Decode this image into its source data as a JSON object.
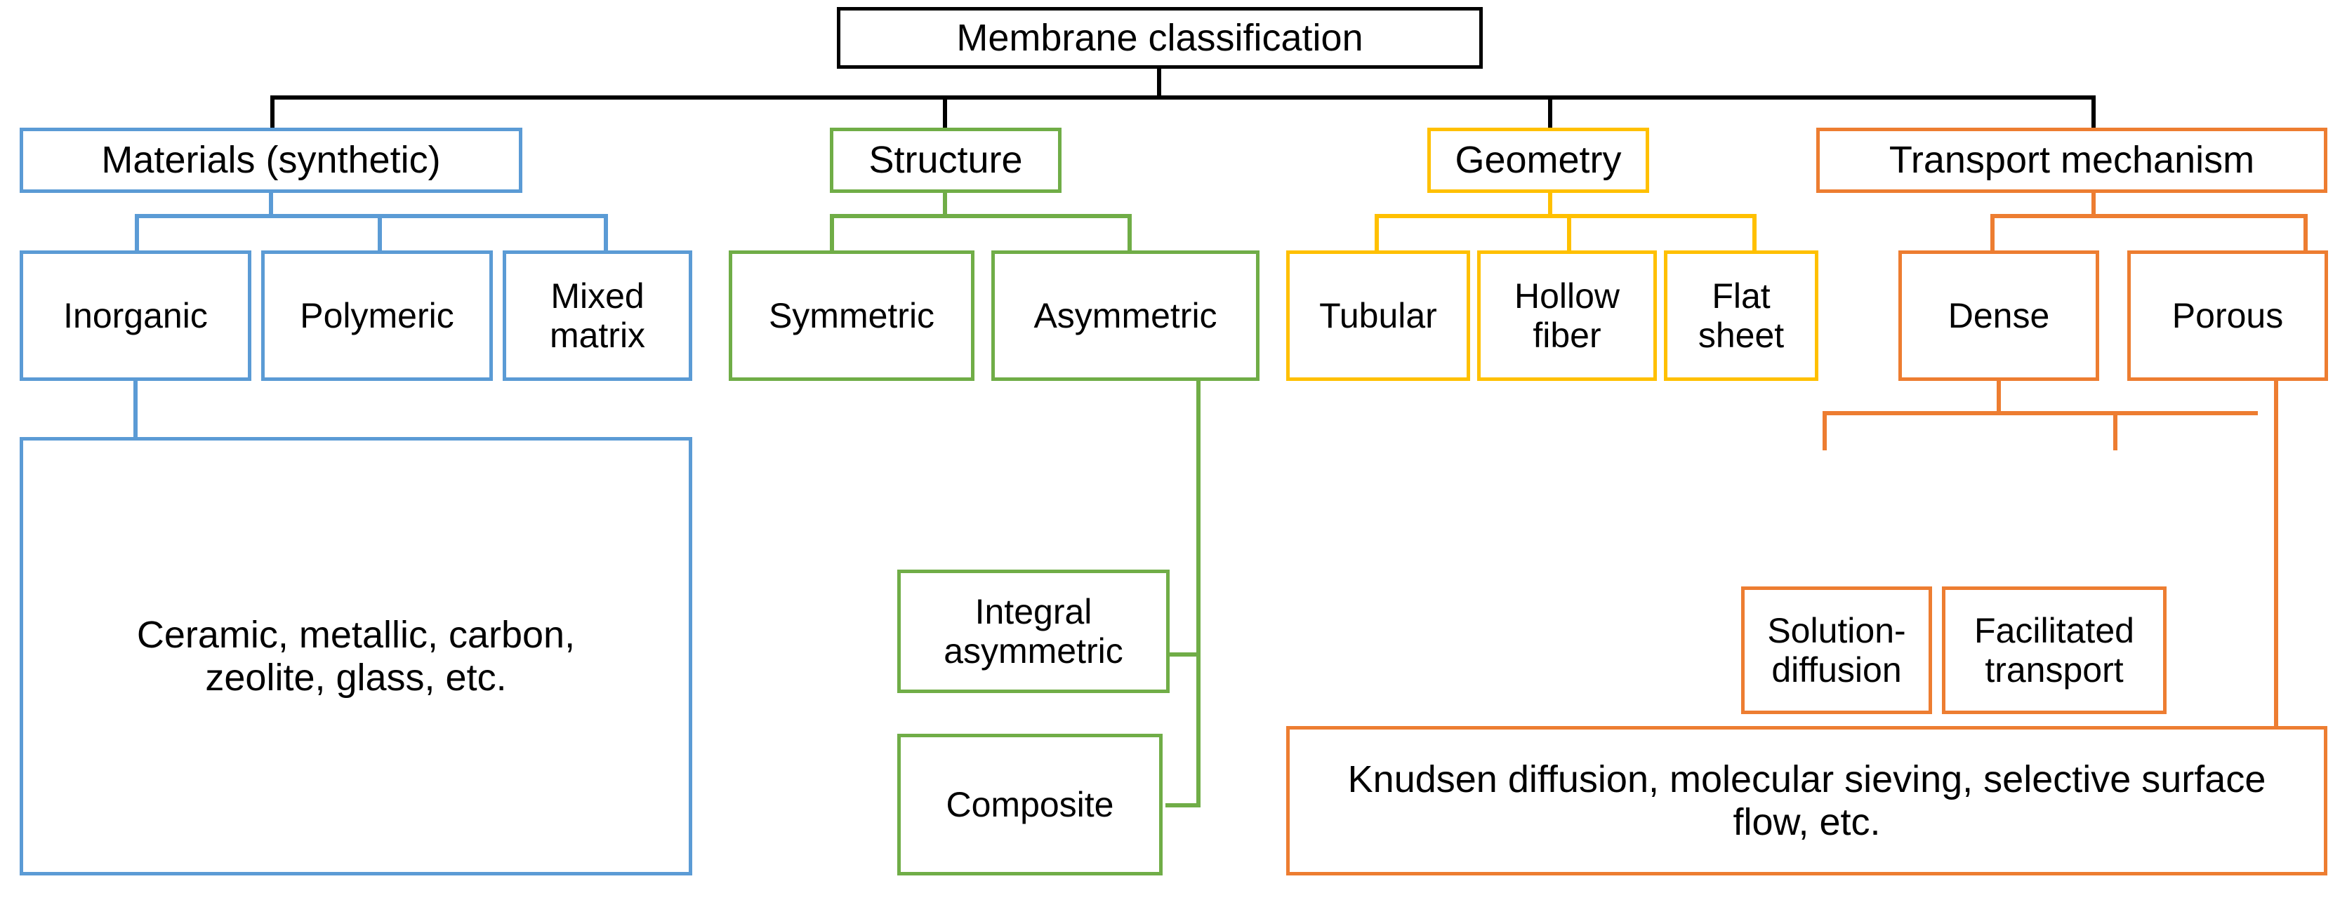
{
  "diagram": {
    "title": "Membrane classification",
    "type": "hierarchy-tree",
    "root": {
      "id": "root",
      "label": "Membrane classification",
      "color": "#000000"
    },
    "branches": [
      {
        "id": "materials",
        "label": "Materials (synthetic)",
        "color": "#5B9BD5",
        "children": [
          {
            "id": "inorganic",
            "label": "Inorganic",
            "children": [
              {
                "id": "inorganic-examples",
                "label": "Ceramic, metallic, carbon, zeolite, glass, etc."
              }
            ]
          },
          {
            "id": "polymeric",
            "label": "Polymeric"
          },
          {
            "id": "mixed-matrix",
            "label": "Mixed matrix"
          }
        ]
      },
      {
        "id": "structure",
        "label": "Structure",
        "color": "#70AD47",
        "children": [
          {
            "id": "symmetric",
            "label": "Symmetric"
          },
          {
            "id": "asymmetric",
            "label": "Asymmetric",
            "children": [
              {
                "id": "integral-asymmetric",
                "label": "Integral asymmetric"
              },
              {
                "id": "composite",
                "label": "Composite"
              }
            ]
          }
        ]
      },
      {
        "id": "geometry",
        "label": "Geometry",
        "color": "#FFC000",
        "children": [
          {
            "id": "tubular",
            "label": "Tubular"
          },
          {
            "id": "hollow-fiber",
            "label": "Hollow fiber"
          },
          {
            "id": "flat-sheet",
            "label": "Flat sheet"
          }
        ]
      },
      {
        "id": "transport-mechanism",
        "label": "Transport mechanism",
        "color": "#ED7D31",
        "children": [
          {
            "id": "dense",
            "label": "Dense",
            "children": [
              {
                "id": "solution-diffusion",
                "label": "Solution-diffusion"
              },
              {
                "id": "facilitated-transport",
                "label": "Facilitated transport"
              }
            ]
          },
          {
            "id": "porous",
            "label": "Porous",
            "children": [
              {
                "id": "porous-examples",
                "label": "Knudsen diffusion, molecular sieving, selective surface flow, etc."
              }
            ]
          }
        ]
      }
    ],
    "labels": {
      "root": "Membrane classification",
      "materials": "Materials (synthetic)",
      "inorganic": "Inorganic",
      "polymeric": "Polymeric",
      "mixed_matrix": "Mixed matrix",
      "inorganic_examples": "Ceramic, metallic, carbon, zeolite, glass, etc.",
      "structure": "Structure",
      "symmetric": "Symmetric",
      "asymmetric": "Asymmetric",
      "integral_asymmetric": "Integral asymmetric",
      "composite": "Composite",
      "geometry": "Geometry",
      "tubular": "Tubular",
      "hollow_fiber": "Hollow fiber",
      "flat_sheet": "Flat sheet",
      "transport_mechanism": "Transport mechanism",
      "dense": "Dense",
      "porous": "Porous",
      "solution_diffusion": "Solution-diffusion",
      "facilitated_transport": "Facilitated transport",
      "porous_examples": "Knudsen diffusion, molecular sieving, selective surface flow, etc."
    },
    "colors": {
      "root": "#000000",
      "materials": "#5B9BD5",
      "structure": "#70AD47",
      "geometry": "#FFC000",
      "transport": "#ED7D31",
      "background": "#FFFFFF",
      "text": "#000000"
    }
  }
}
